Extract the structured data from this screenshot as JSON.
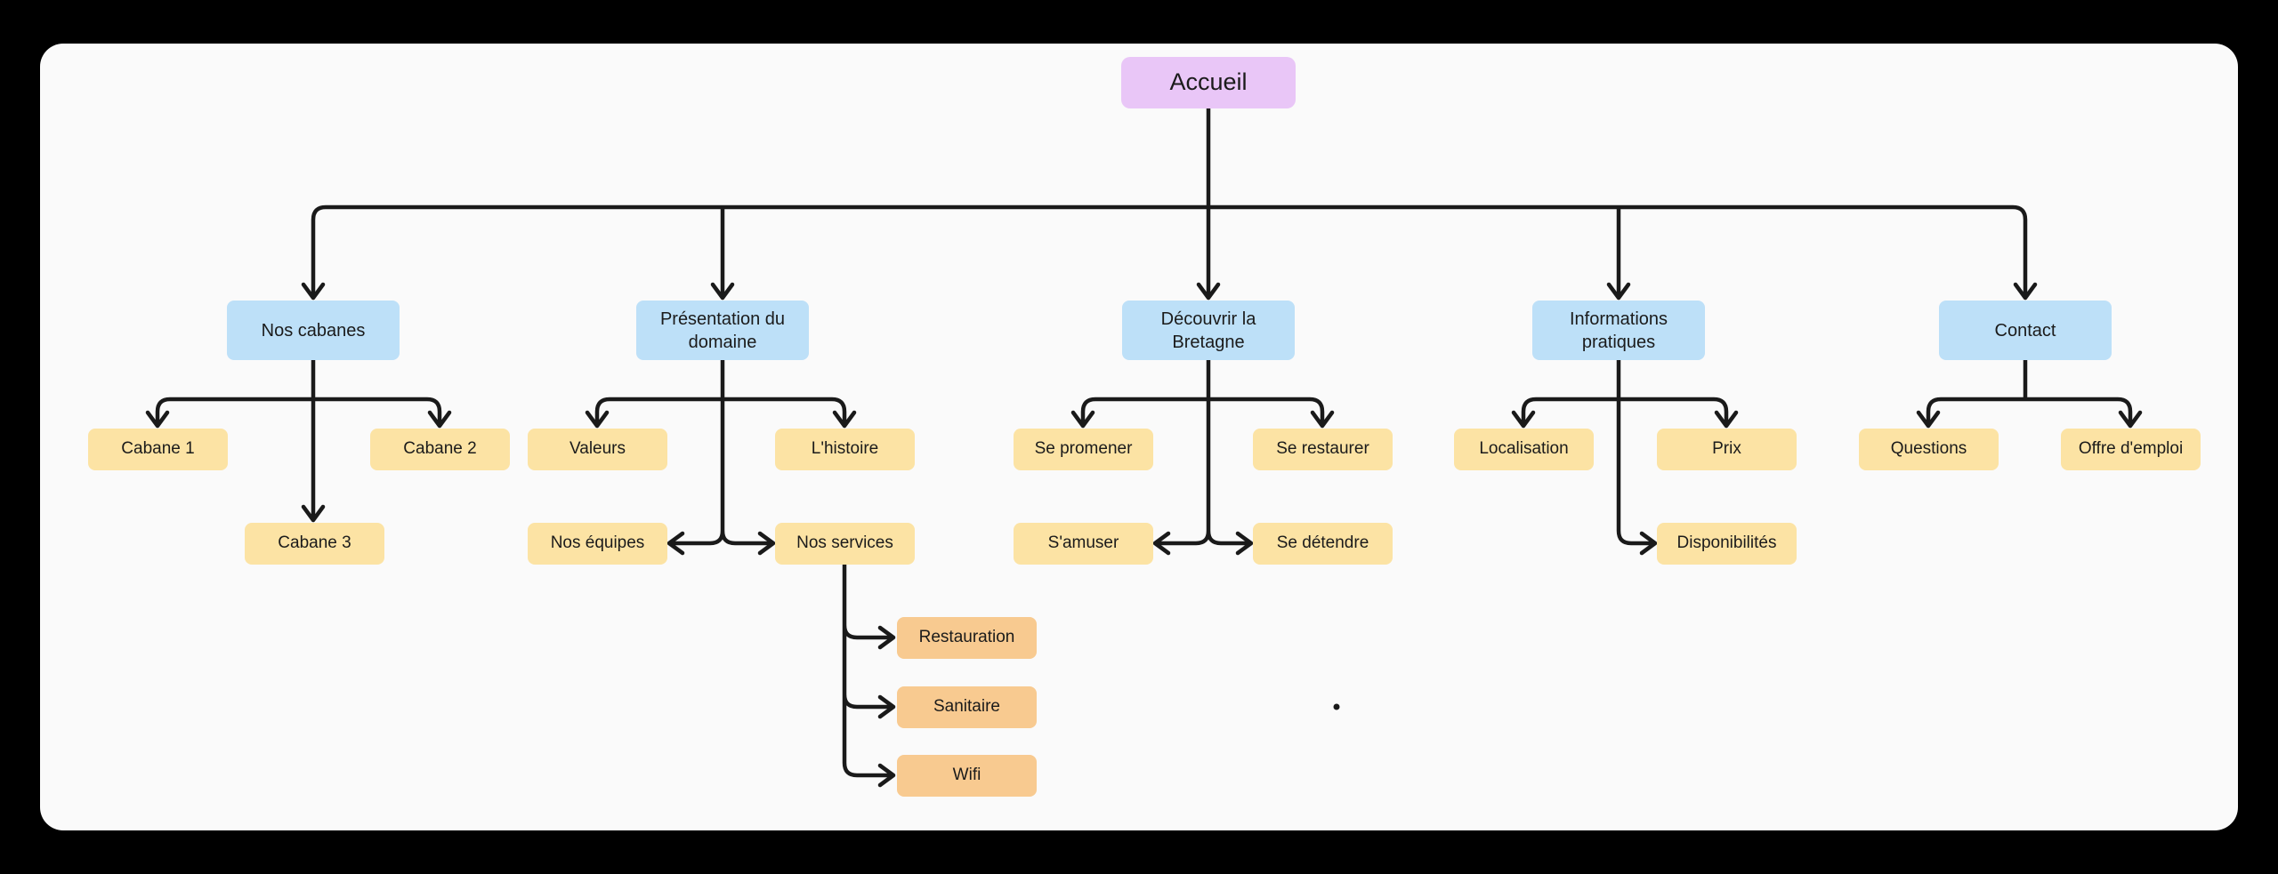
{
  "colors": {
    "panel_fill": "#fafafa",
    "frame_fill": "#000000",
    "root_fill": "#e9c6f7",
    "level1_fill": "#bde0f8",
    "level2_fill": "#fce3a4",
    "level3_fill": "#f8ca90",
    "line_color": "#1a1a1a"
  },
  "nodes": {
    "accueil": {
      "label": "Accueil",
      "level": "root"
    },
    "nos_cabanes": {
      "label": "Nos cabanes",
      "level": 1
    },
    "cabane_1": {
      "label": "Cabane 1",
      "level": 2
    },
    "cabane_2": {
      "label": "Cabane 2",
      "level": 2
    },
    "cabane_3": {
      "label": "Cabane 3",
      "level": 2
    },
    "presentation_du_domaine": {
      "label": "Présentation du domaine",
      "level": 1
    },
    "valeurs": {
      "label": "Valeurs",
      "level": 2
    },
    "l_histoire": {
      "label": "L'histoire",
      "level": 2
    },
    "nos_equipes": {
      "label": "Nos équipes",
      "level": 2
    },
    "nos_services": {
      "label": "Nos services",
      "level": 2
    },
    "restauration": {
      "label": "Restauration",
      "level": 3
    },
    "sanitaire": {
      "label": "Sanitaire",
      "level": 3
    },
    "wifi": {
      "label": "Wifi",
      "level": 3
    },
    "decouvrir_la_bretagne": {
      "label": "Découvrir la Bretagne",
      "level": 1
    },
    "se_promener": {
      "label": "Se promener",
      "level": 2
    },
    "se_restaurer": {
      "label": "Se restaurer",
      "level": 2
    },
    "s_amuser": {
      "label": "S'amuser",
      "level": 2
    },
    "se_detendre": {
      "label": "Se détendre",
      "level": 2
    },
    "informations_pratiques": {
      "label": "Informations pratiques",
      "level": 1
    },
    "localisation": {
      "label": "Localisation",
      "level": 2
    },
    "prix": {
      "label": "Prix",
      "level": 2
    },
    "disponibilites": {
      "label": "Disponibilités",
      "level": 2
    },
    "contact": {
      "label": "Contact",
      "level": 1
    },
    "questions": {
      "label": "Questions",
      "level": 2
    },
    "offre_d_emploi": {
      "label": "Offre d'emploi",
      "level": 2
    }
  },
  "edges": [
    {
      "from": "accueil",
      "to": "nos_cabanes"
    },
    {
      "from": "accueil",
      "to": "presentation_du_domaine"
    },
    {
      "from": "accueil",
      "to": "decouvrir_la_bretagne"
    },
    {
      "from": "accueil",
      "to": "informations_pratiques"
    },
    {
      "from": "accueil",
      "to": "contact"
    },
    {
      "from": "nos_cabanes",
      "to": "cabane_1"
    },
    {
      "from": "nos_cabanes",
      "to": "cabane_2"
    },
    {
      "from": "nos_cabanes",
      "to": "cabane_3"
    },
    {
      "from": "presentation_du_domaine",
      "to": "valeurs"
    },
    {
      "from": "presentation_du_domaine",
      "to": "l_histoire"
    },
    {
      "from": "presentation_du_domaine",
      "to": "nos_equipes"
    },
    {
      "from": "presentation_du_domaine",
      "to": "nos_services"
    },
    {
      "from": "nos_services",
      "to": "restauration"
    },
    {
      "from": "nos_services",
      "to": "sanitaire"
    },
    {
      "from": "nos_services",
      "to": "wifi"
    },
    {
      "from": "decouvrir_la_bretagne",
      "to": "se_promener"
    },
    {
      "from": "decouvrir_la_bretagne",
      "to": "se_restaurer"
    },
    {
      "from": "decouvrir_la_bretagne",
      "to": "s_amuser"
    },
    {
      "from": "decouvrir_la_bretagne",
      "to": "se_detendre"
    },
    {
      "from": "informations_pratiques",
      "to": "localisation"
    },
    {
      "from": "informations_pratiques",
      "to": "prix"
    },
    {
      "from": "informations_pratiques",
      "to": "disponibilites"
    },
    {
      "from": "contact",
      "to": "questions"
    },
    {
      "from": "contact",
      "to": "offre_d_emploi"
    }
  ]
}
